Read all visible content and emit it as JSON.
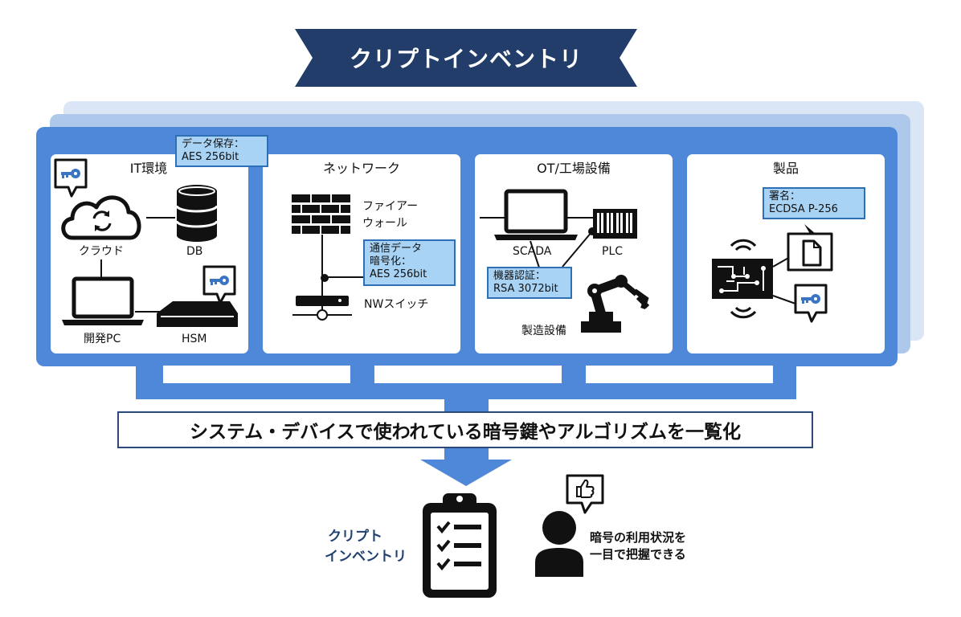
{
  "title": "クリプトインベントリ",
  "panels": {
    "it": {
      "title": "IT環境",
      "labels": {
        "cloud": "クラウド",
        "db": "DB",
        "dev_pc": "開発PC",
        "hsm": "HSM"
      },
      "callout": {
        "line1": "データ保存：",
        "line2": "AES 256bit"
      }
    },
    "network": {
      "title": "ネットワーク",
      "labels": {
        "firewall_line1": "ファイアー",
        "firewall_line2": "ウォール",
        "nw_switch": "NWスイッチ"
      },
      "callout": {
        "line1": "通信データ",
        "line2": "暗号化：",
        "line3": "AES 256bit"
      }
    },
    "ot": {
      "title": "OT/工場設備",
      "labels": {
        "scada": "SCADA",
        "plc": "PLC",
        "manufacturing": "製造設備"
      },
      "callout": {
        "line1": "機器認証：",
        "line2": "RSA 3072bit"
      }
    },
    "product": {
      "title": "製品",
      "callout": {
        "line1": "署名：",
        "line2": "ECDSA P-256"
      }
    }
  },
  "summary": "システム・デバイスで使われている暗号鍵やアルゴリズムを一覧化",
  "inventory": {
    "line1": "クリプト",
    "line2": "インベントリ"
  },
  "user": {
    "line1": "暗号の利用状況を",
    "line2": "一目で把握できる"
  },
  "colors": {
    "title_banner": "#223d6a",
    "frame": "#4f88d8",
    "frame_back1": "#aec8ec",
    "frame_back2": "#dae6f5",
    "callout_fill": "#a8d3f5",
    "callout_border": "#2e6fb5",
    "key_icon": "#3a75c4",
    "inventory_text": "#22416f"
  }
}
